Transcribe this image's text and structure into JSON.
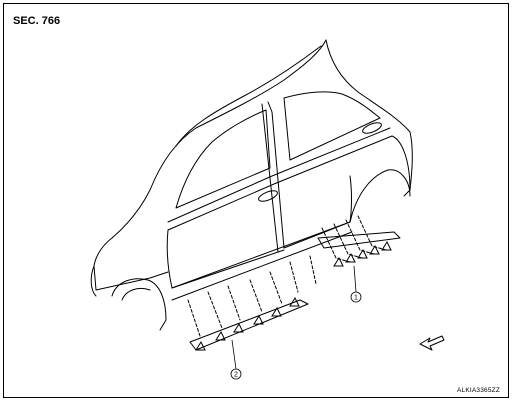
{
  "header": {
    "section_label": "SEC. 766"
  },
  "callouts": [
    {
      "number": "1"
    },
    {
      "number": "2"
    }
  ],
  "footer": {
    "figure_code": "ALKIA3365ZZ"
  },
  "icons": {
    "direction_arrow": "front-direction-arrow-icon"
  }
}
